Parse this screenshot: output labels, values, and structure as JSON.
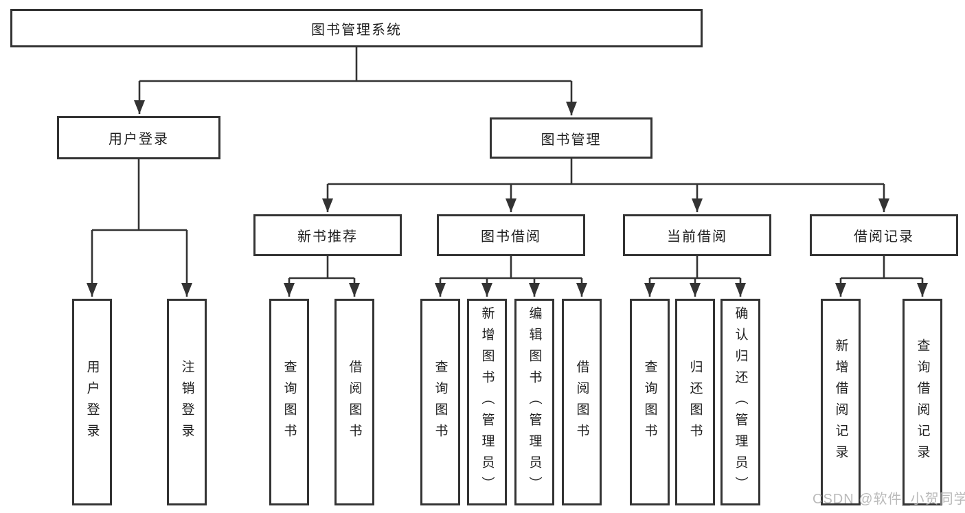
{
  "diagram": {
    "type": "hierarchy",
    "tree": {
      "label": "图书管理系统",
      "children": [
        {
          "label": "用户登录",
          "children": [
            {
              "label": "用户登录"
            },
            {
              "label": "注销登录"
            }
          ]
        },
        {
          "label": "图书管理",
          "children": [
            {
              "label": "新书推荐",
              "children": [
                {
                  "label": "查询图书"
                },
                {
                  "label": "借阅图书"
                }
              ]
            },
            {
              "label": "图书借阅",
              "children": [
                {
                  "label": "查询图书"
                },
                {
                  "label": "新增图书（管理员）"
                },
                {
                  "label": "编辑图书（管理员）"
                },
                {
                  "label": "借阅图书"
                }
              ]
            },
            {
              "label": "当前借阅",
              "children": [
                {
                  "label": "查询图书"
                },
                {
                  "label": "归还图书"
                },
                {
                  "label": "确认归还（管理员）"
                }
              ]
            },
            {
              "label": "借阅记录",
              "children": [
                {
                  "label": "新增借阅记录"
                },
                {
                  "label": "查询借阅记录"
                }
              ]
            }
          ]
        }
      ]
    },
    "colors": {
      "line": "#333333",
      "box_border": "#333333",
      "box_fill": "#ffffff",
      "text": "#1f1f1f",
      "watermark": "#b2b2b2"
    }
  },
  "watermark": "CSDN @软件_小贺同学"
}
